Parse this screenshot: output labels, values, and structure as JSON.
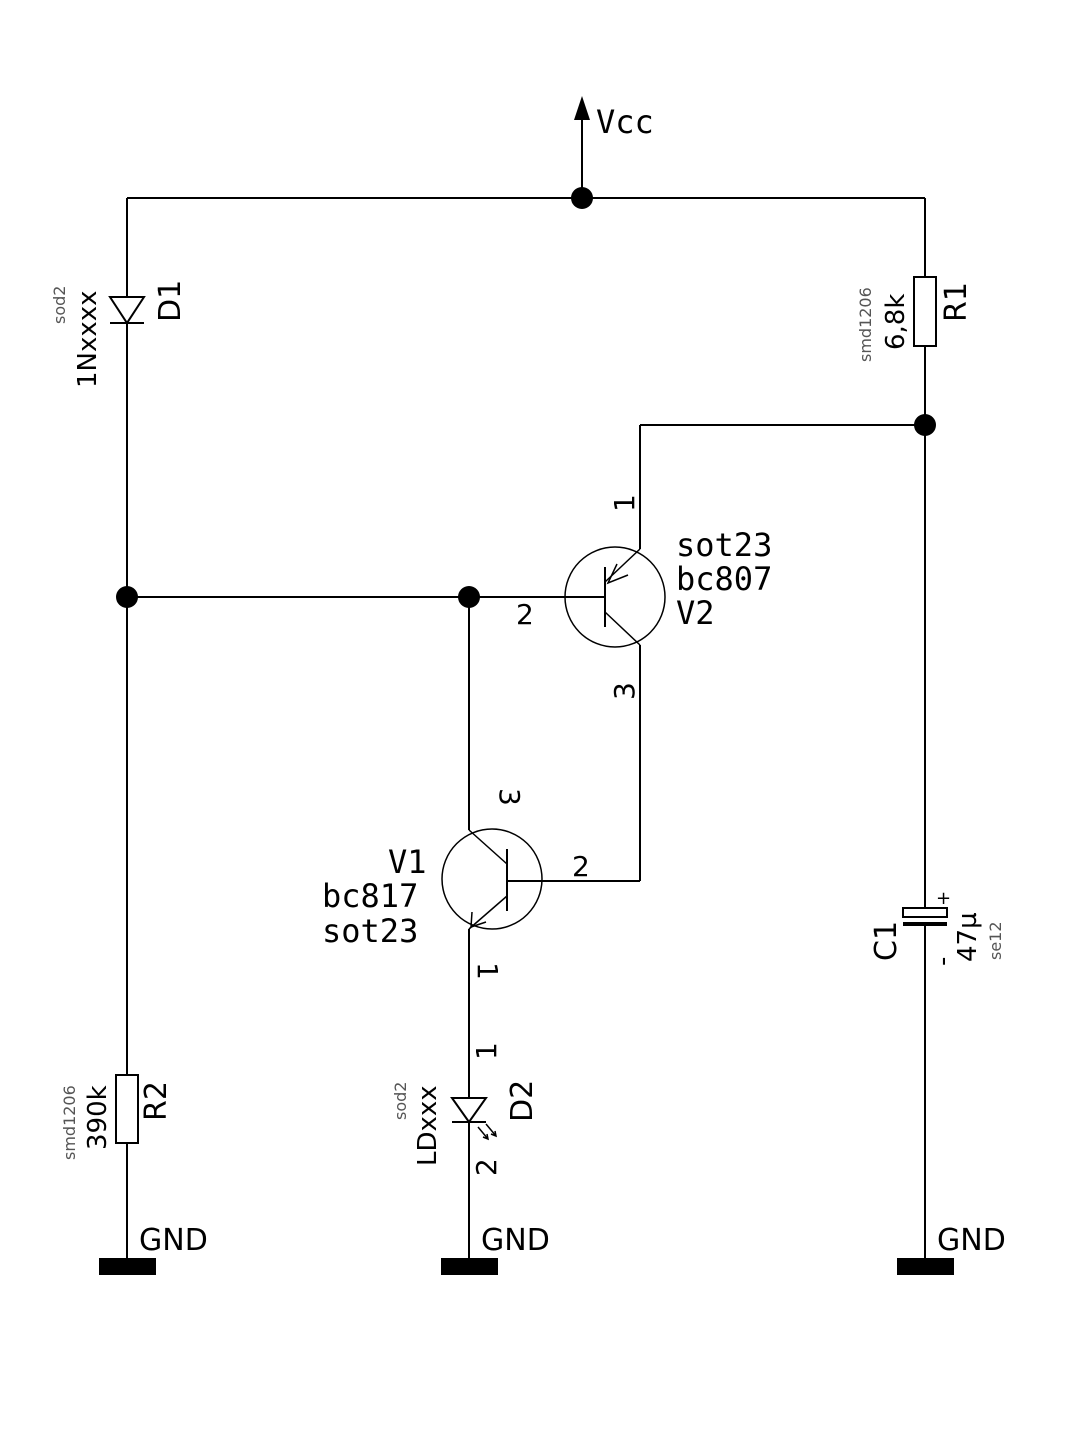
{
  "supply": {
    "label": "Vcc"
  },
  "ground": {
    "label": "GND"
  },
  "components": {
    "D1": {
      "name": "D1",
      "value": "1Nxxxx",
      "package": "sod2"
    },
    "R1": {
      "name": "R1",
      "value": "6,8k",
      "package": "smd1206"
    },
    "R2": {
      "name": "R2",
      "value": "390k",
      "package": "smd1206"
    },
    "D2": {
      "name": "D2",
      "value": "LDxxx",
      "package": "sod2",
      "pin1": "1",
      "pin2": "2"
    },
    "C1": {
      "name": "C1",
      "value": "47µ",
      "package": "se12",
      "plus": "+",
      "minus": "-"
    },
    "V1": {
      "name": "V1",
      "value": "bc817",
      "package": "sot23",
      "pin1": "1",
      "pin2": "2",
      "pin3": "3"
    },
    "V2": {
      "name": "V2",
      "value": "bc807",
      "package": "sot23",
      "pin1": "1",
      "pin2": "2",
      "pin3": "3"
    }
  }
}
